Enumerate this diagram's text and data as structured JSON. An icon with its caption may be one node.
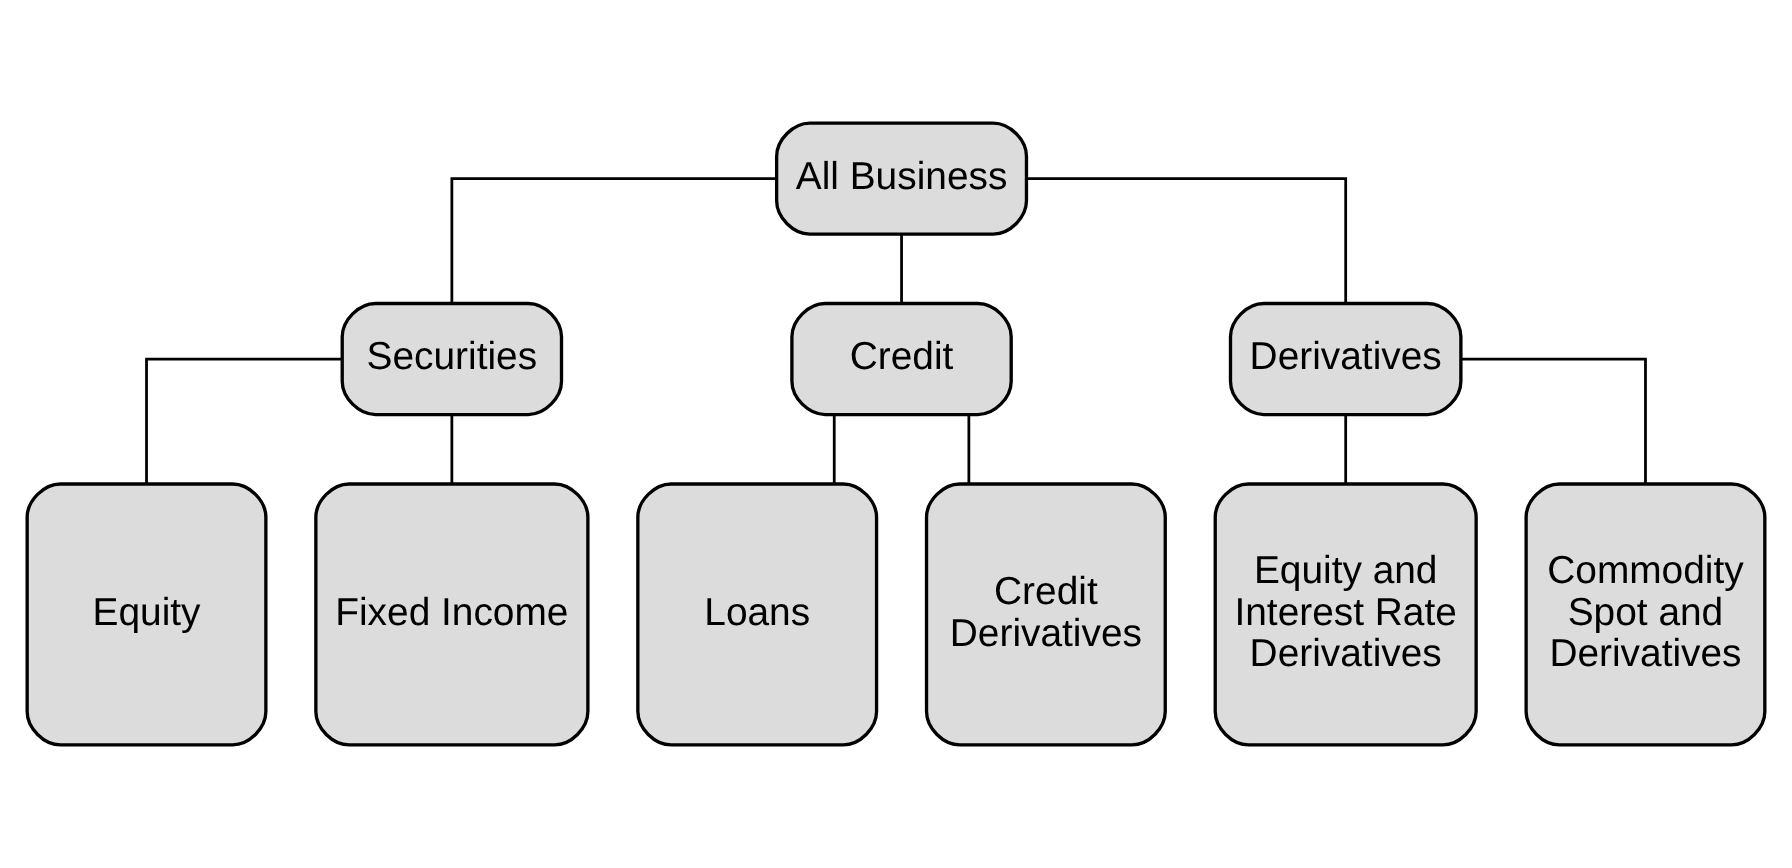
{
  "diagram": {
    "nodes": [
      {
        "text": [
          "All Business"
        ]
      },
      {
        "text": [
          "Securities"
        ]
      },
      {
        "text": [
          "Credit"
        ]
      },
      {
        "text": [
          "Derivatives"
        ]
      },
      {
        "text": [
          "Equity"
        ]
      },
      {
        "text": [
          "Fixed Income"
        ]
      },
      {
        "text": [
          "Loans"
        ]
      },
      {
        "text": [
          "Credit Derivatives"
        ]
      },
      {
        "text": [
          "Equity and Interest Rate Derivatives"
        ]
      },
      {
        "text": [
          "Commodity Spot and Derivatives"
        ]
      }
    ],
    "edges": [
      {
        "from": 0,
        "to": 1,
        "arrow": "none"
      },
      {
        "from": 0,
        "to": 2,
        "arrow": "none"
      },
      {
        "from": 0,
        "to": 3,
        "arrow": "none"
      },
      {
        "from": 1,
        "to": 4,
        "arrow": "none"
      },
      {
        "from": 1,
        "to": 5,
        "arrow": "none"
      },
      {
        "from": 2,
        "to": 6,
        "arrow": "none"
      },
      {
        "from": 2,
        "to": 7,
        "arrow": "none"
      },
      {
        "from": 3,
        "to": 8,
        "arrow": "none"
      },
      {
        "from": 3,
        "to": 9,
        "arrow": "none"
      }
    ]
  }
}
